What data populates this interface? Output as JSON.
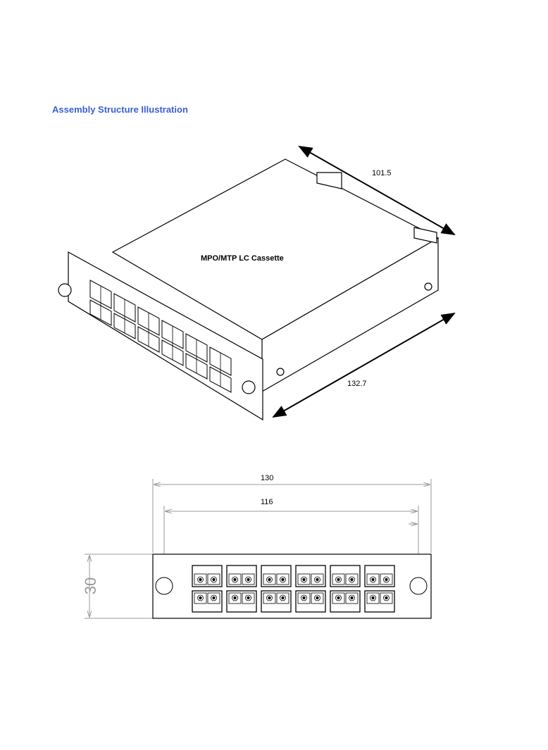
{
  "heading": "Assembly Structure Illustration",
  "iso_view": {
    "product_label": "MPO/MTP LC Cassette",
    "depth_dim": "101.5",
    "width_dim": "132.7",
    "connector_columns": 6
  },
  "front_view": {
    "overall_width_dim": "130",
    "hole_spacing_dim": "116",
    "height_dim": "30",
    "connector_columns": 6,
    "connector_rows": 2
  }
}
